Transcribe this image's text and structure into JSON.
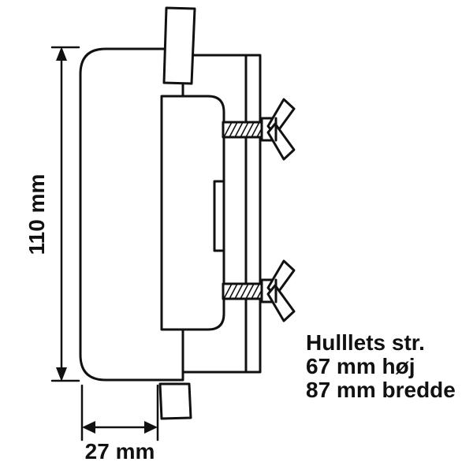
{
  "diagram": {
    "dimensions": {
      "height": "110 mm",
      "depth": "27 mm"
    },
    "note": {
      "line1": "Hulllets str.",
      "line2": "67 mm høj",
      "line3": "87 mm bredde"
    },
    "colors": {
      "background": "#ffffff",
      "line": "#111111",
      "text": "#111111"
    }
  }
}
